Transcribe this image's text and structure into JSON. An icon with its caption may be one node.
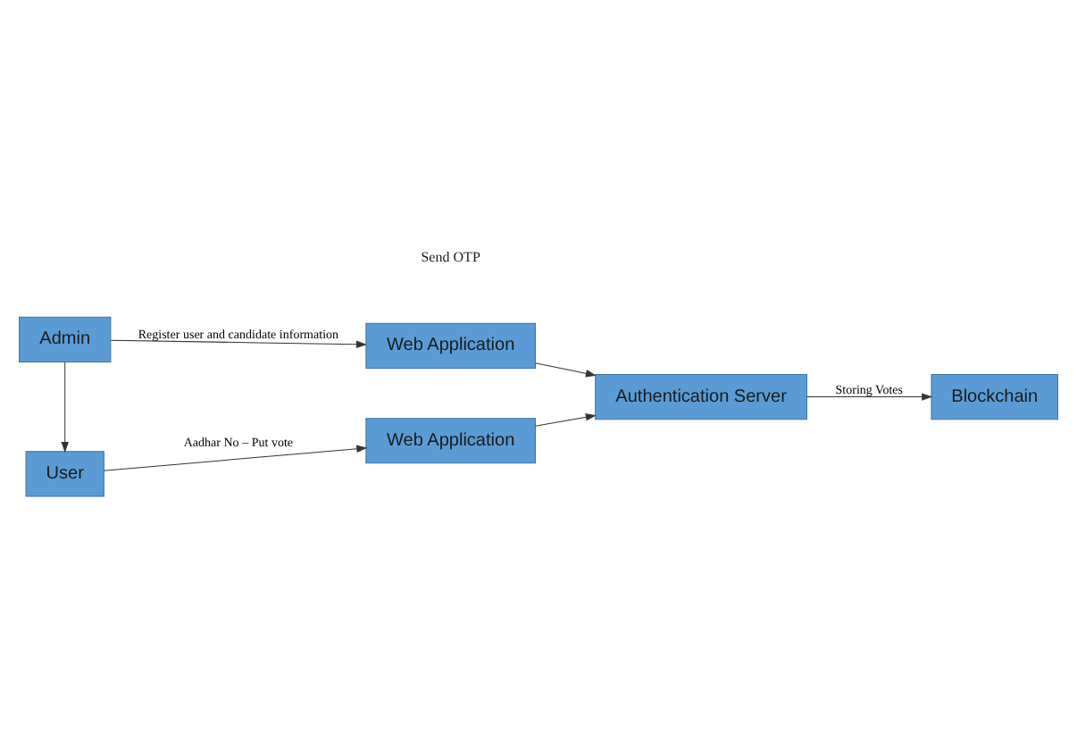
{
  "diagram": {
    "nodes": [
      {
        "text": [
          "Admin"
        ]
      },
      {
        "text": [
          "Web Application"
        ]
      },
      {
        "text": [
          "Authentication Server"
        ]
      },
      {
        "text": [
          "User"
        ]
      },
      {
        "text": [
          "Web Application"
        ]
      },
      {
        "text": [
          "Blockchain"
        ]
      }
    ],
    "edges": [
      {
        "from": 0,
        "to": 1,
        "arrow": "to",
        "label": "Register user and candidate information"
      },
      {
        "from": 1,
        "to": 2,
        "arrow": "to"
      },
      {
        "from": 0,
        "to": 3,
        "arrow": "to"
      },
      {
        "from": 4,
        "to": 2,
        "arrow": "to"
      },
      {
        "from": 2,
        "to": 5,
        "arrow": "to",
        "label": "Storing Votes"
      },
      {
        "from": 3,
        "to": 4,
        "arrow": "to",
        "label": "Aadhar No – Put vote"
      }
    ],
    "labels": [
      "Send OTP"
    ]
  }
}
